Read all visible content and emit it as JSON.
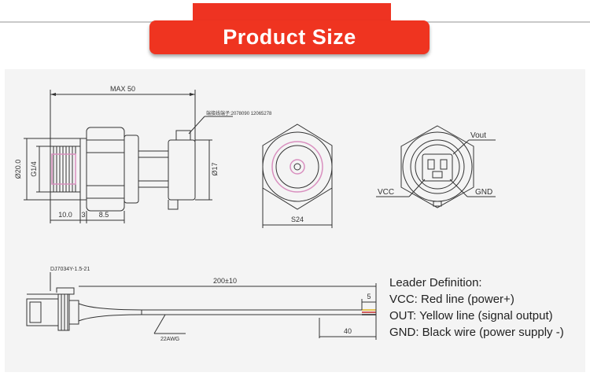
{
  "header": {
    "title": "Product Size"
  },
  "dimensions": {
    "max_length": "MAX 50",
    "part_number": "端接线端子:2078090 12065278",
    "dia_20": "Ø20.0",
    "thread": "G1/4",
    "dia_17": "Ø17",
    "len_10": "10.0",
    "len_3": "3",
    "len_8_5": "8.5",
    "hex": "S24",
    "cable_length": "200±10",
    "strip_5": "5",
    "strip_40": "40",
    "wire_gauge": "22AWG",
    "connector_model": "DJ7034Y-1.5-21"
  },
  "pins": {
    "vout": "Vout",
    "vcc": "VCC",
    "gnd": "GND"
  },
  "legend": {
    "title": "Leader Definition:",
    "vcc": "VCC: Red line (power+)",
    "out": "OUT: Yellow line (signal output)",
    "gnd": "GND: Black wire (power supply -)"
  },
  "colors": {
    "banner": "#ef3420",
    "accent_ring": "#d98fbf",
    "line": "#333333"
  }
}
